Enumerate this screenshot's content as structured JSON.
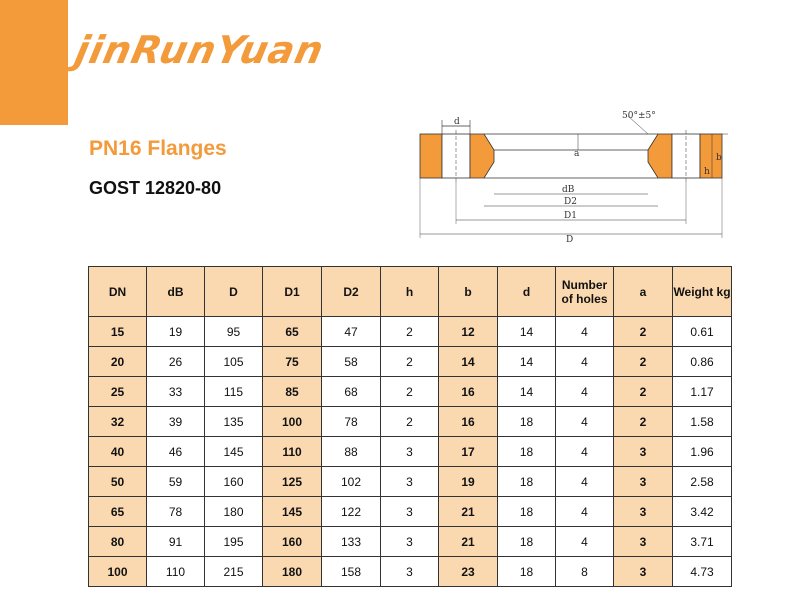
{
  "brand": {
    "logo_text": "jinRunYuan",
    "accent": "#f39a3a",
    "shade": "#fbd9b0"
  },
  "title": "PN16 Flanges",
  "subtitle": "GOST 12820-80",
  "diagram": {
    "labels": {
      "d": "d",
      "angle": "50°±5°",
      "a": "a",
      "b": "b",
      "h": "h",
      "dB": "dB",
      "D2": "D2",
      "D1": "D1",
      "D": "D"
    }
  },
  "table": {
    "headers": [
      "DN",
      "dB",
      "D",
      "D1",
      "D2",
      "h",
      "b",
      "d",
      "Number of holes",
      "a",
      "Weight kg"
    ],
    "rows": [
      [
        "15",
        "19",
        "95",
        "65",
        "47",
        "2",
        "12",
        "14",
        "4",
        "2",
        "0.61"
      ],
      [
        "20",
        "26",
        "105",
        "75",
        "58",
        "2",
        "14",
        "14",
        "4",
        "2",
        "0.86"
      ],
      [
        "25",
        "33",
        "115",
        "85",
        "68",
        "2",
        "16",
        "14",
        "4",
        "2",
        "1.17"
      ],
      [
        "32",
        "39",
        "135",
        "100",
        "78",
        "2",
        "16",
        "18",
        "4",
        "2",
        "1.58"
      ],
      [
        "40",
        "46",
        "145",
        "110",
        "88",
        "3",
        "17",
        "18",
        "4",
        "3",
        "1.96"
      ],
      [
        "50",
        "59",
        "160",
        "125",
        "102",
        "3",
        "19",
        "18",
        "4",
        "3",
        "2.58"
      ],
      [
        "65",
        "78",
        "180",
        "145",
        "122",
        "3",
        "21",
        "18",
        "4",
        "3",
        "3.42"
      ],
      [
        "80",
        "91",
        "195",
        "160",
        "133",
        "3",
        "21",
        "18",
        "4",
        "3",
        "3.71"
      ],
      [
        "100",
        "110",
        "215",
        "180",
        "158",
        "3",
        "23",
        "18",
        "8",
        "3",
        "4.73"
      ]
    ]
  }
}
